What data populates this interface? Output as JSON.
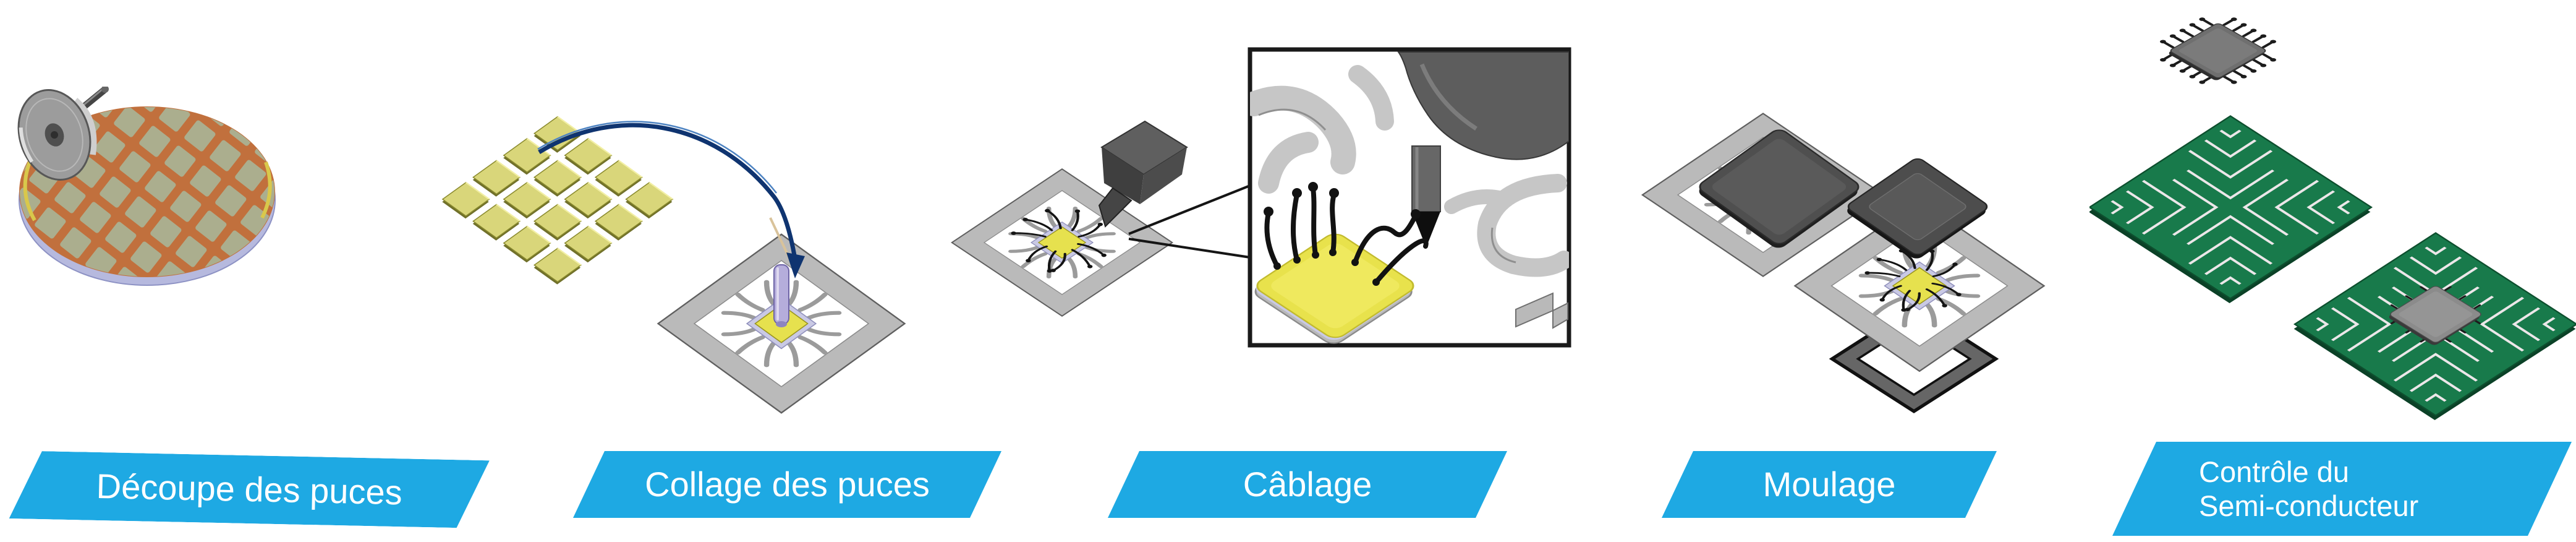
{
  "page": {
    "background": "#ffffff",
    "language": "fr",
    "description": "Semiconductor back-end process flow: wafer dicing, die bonding, wire bonding, molding, final test"
  },
  "colors": {
    "banner": "#1EA9E3",
    "banner_text": "#ffffff",
    "wafer_street": "#c1703d",
    "wafer_die": "#abae8e",
    "wafer_rim": "#b6b9de",
    "die_yellow": "#e6e14e",
    "die_pale_yellow": "#d9d67a",
    "lead_frame_gray": "#bababa",
    "mold_dark": "#4f4f4f",
    "pcb_green": "#187a4b",
    "trace_white": "#ece7e9",
    "arrow_navy": "#0f3470",
    "wire_black": "#141414"
  },
  "steps": [
    {
      "id": "decoupe-des-puces",
      "lines": [
        "Découpe des puces"
      ],
      "icon": "wafer-dicing-saw-icon"
    },
    {
      "id": "collage-des-puces",
      "lines": [
        "Collage des puces"
      ],
      "icon": "die-bonding-icon"
    },
    {
      "id": "cablage",
      "lines": [
        "Câblage"
      ],
      "icon": "wire-bonding-icon"
    },
    {
      "id": "moulage",
      "lines": [
        "Moulage"
      ],
      "icon": "molding-icon"
    },
    {
      "id": "controle-du-semi-conducteur",
      "lines": [
        "Contrôle du",
        "Semi-conducteur"
      ],
      "icon": "finished-package-test-icon"
    }
  ]
}
